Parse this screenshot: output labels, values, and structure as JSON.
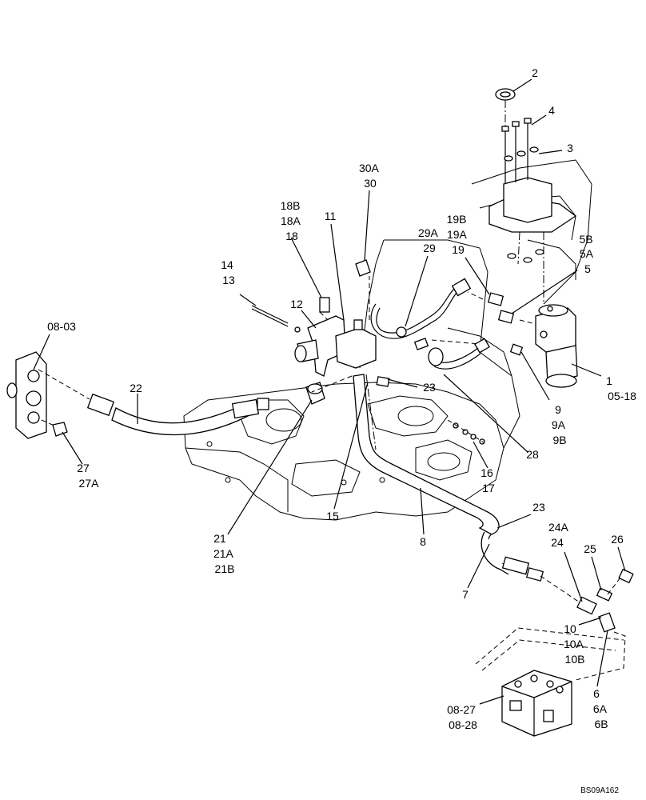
{
  "diagram": {
    "callouts": [
      {
        "id": "c2",
        "lines": [
          "2"
        ]
      },
      {
        "id": "c4",
        "lines": [
          "4"
        ]
      },
      {
        "id": "c3",
        "lines": [
          "3"
        ]
      },
      {
        "id": "c30",
        "lines": [
          "30A",
          "30"
        ]
      },
      {
        "id": "c18",
        "lines": [
          "18B",
          "18A",
          "18"
        ]
      },
      {
        "id": "c11",
        "lines": [
          "11"
        ]
      },
      {
        "id": "c29",
        "lines": [
          "29A",
          "29"
        ]
      },
      {
        "id": "c19",
        "lines": [
          "19B",
          "19A",
          "19"
        ]
      },
      {
        "id": "c5",
        "lines": [
          "5B",
          "5A",
          "5"
        ]
      },
      {
        "id": "c14",
        "lines": [
          "14",
          "13"
        ]
      },
      {
        "id": "c12",
        "lines": [
          "12"
        ]
      },
      {
        "id": "c0803",
        "lines": [
          "08-03"
        ]
      },
      {
        "id": "c22",
        "lines": [
          "22"
        ]
      },
      {
        "id": "c23a",
        "lines": [
          "23"
        ]
      },
      {
        "id": "c1",
        "lines": [
          "1",
          "05-18"
        ]
      },
      {
        "id": "c9",
        "lines": [
          "9",
          "9A",
          "9B"
        ]
      },
      {
        "id": "c28",
        "lines": [
          "28"
        ]
      },
      {
        "id": "c16",
        "lines": [
          "16",
          "17"
        ]
      },
      {
        "id": "c27",
        "lines": [
          "27",
          "27A"
        ]
      },
      {
        "id": "c15",
        "lines": [
          "15"
        ]
      },
      {
        "id": "c21",
        "lines": [
          "21",
          "21A",
          "21B"
        ]
      },
      {
        "id": "c8",
        "lines": [
          "8"
        ]
      },
      {
        "id": "c23b",
        "lines": [
          "23"
        ]
      },
      {
        "id": "c24",
        "lines": [
          "24A",
          "24"
        ]
      },
      {
        "id": "c25",
        "lines": [
          "25"
        ]
      },
      {
        "id": "c26",
        "lines": [
          "26"
        ]
      },
      {
        "id": "c7",
        "lines": [
          "7"
        ]
      },
      {
        "id": "c10",
        "lines": [
          "10",
          "10A",
          "10B"
        ]
      },
      {
        "id": "c6",
        "lines": [
          "6",
          "6A",
          "6B"
        ]
      },
      {
        "id": "c0827",
        "lines": [
          "08-27",
          "08-28"
        ]
      }
    ],
    "reference": "BS09A162"
  }
}
